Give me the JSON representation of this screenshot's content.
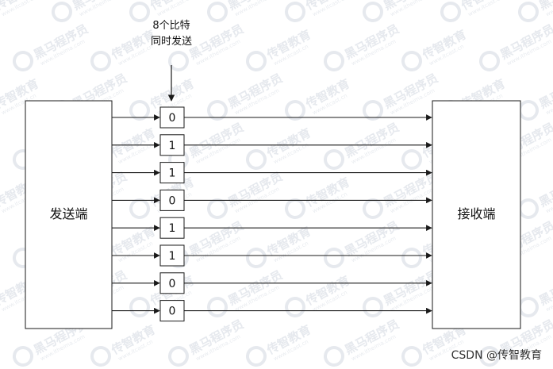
{
  "diagram": {
    "sender_label": "发送端",
    "receiver_label": "接收端",
    "annotation_line1": "8个比特",
    "annotation_line2": "同时发送",
    "bits": [
      "0",
      "1",
      "1",
      "0",
      "1",
      "1",
      "0",
      "0"
    ]
  },
  "watermark": {
    "brand_a": "传智教育",
    "brand_b": "黑马程序员",
    "site_a": "www.itcast.cn",
    "site_b": "www.itheima.com"
  },
  "footer": {
    "credit": "CSDN @传智教育"
  },
  "colors": {
    "stroke": "#1a1a1a",
    "watermark": "#e6e9ee"
  }
}
